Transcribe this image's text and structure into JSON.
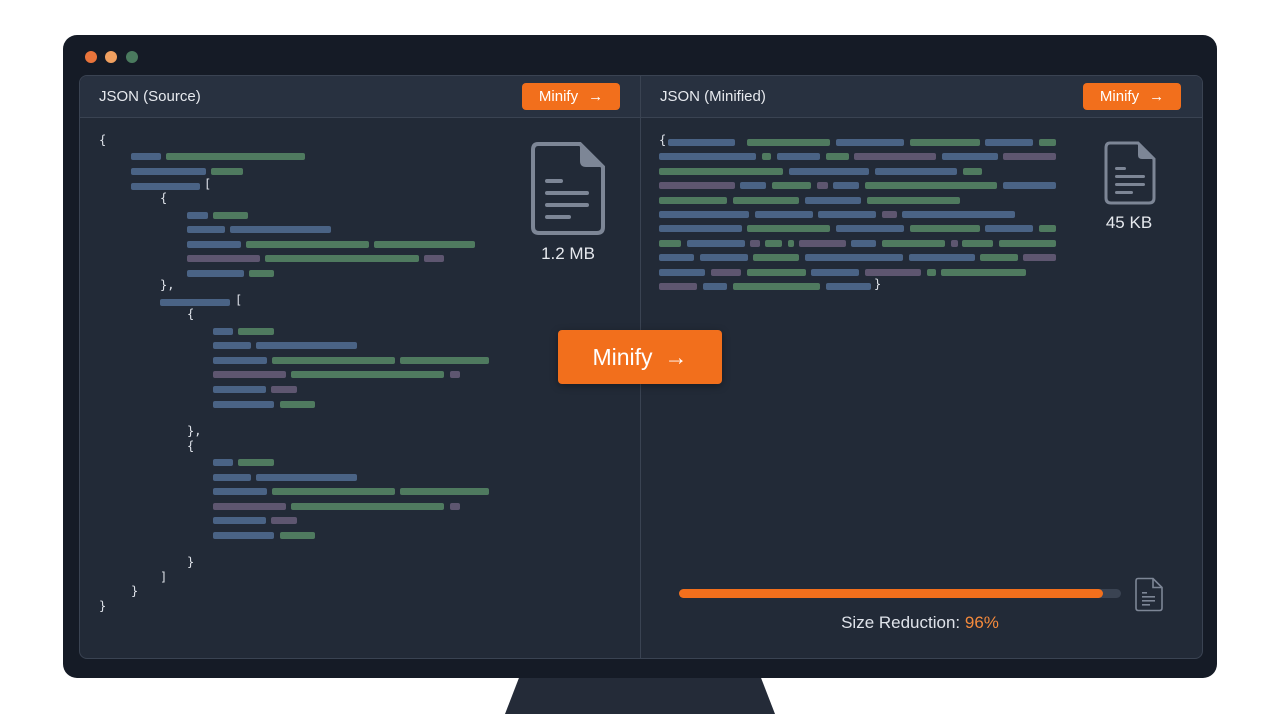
{
  "window": {
    "traffic_light_colors": [
      "#e8743b",
      "#f0a060",
      "#4a7a5e"
    ]
  },
  "source_panel": {
    "title": "JSON (Source)",
    "button_label": "Minify",
    "file_size": "1.2 MB",
    "brackets": [
      "{",
      "[",
      "{",
      "},",
      "[",
      "{",
      "},",
      "{",
      "}",
      "]",
      "}",
      "}"
    ]
  },
  "minified_panel": {
    "title": "JSON (Minified)",
    "button_label": "Minify",
    "file_size": "45 KB",
    "open_brace": "{",
    "close_brace": "}"
  },
  "center_button": {
    "label": "Minify",
    "icon": "arrow-right-icon"
  },
  "reduction": {
    "label": "Size Reduction:",
    "value": "96%",
    "percent": 96
  },
  "colors": {
    "accent": "#f26f1c",
    "key": "#4a6385",
    "string": "#4f7a5f",
    "other": "#5e5670"
  }
}
